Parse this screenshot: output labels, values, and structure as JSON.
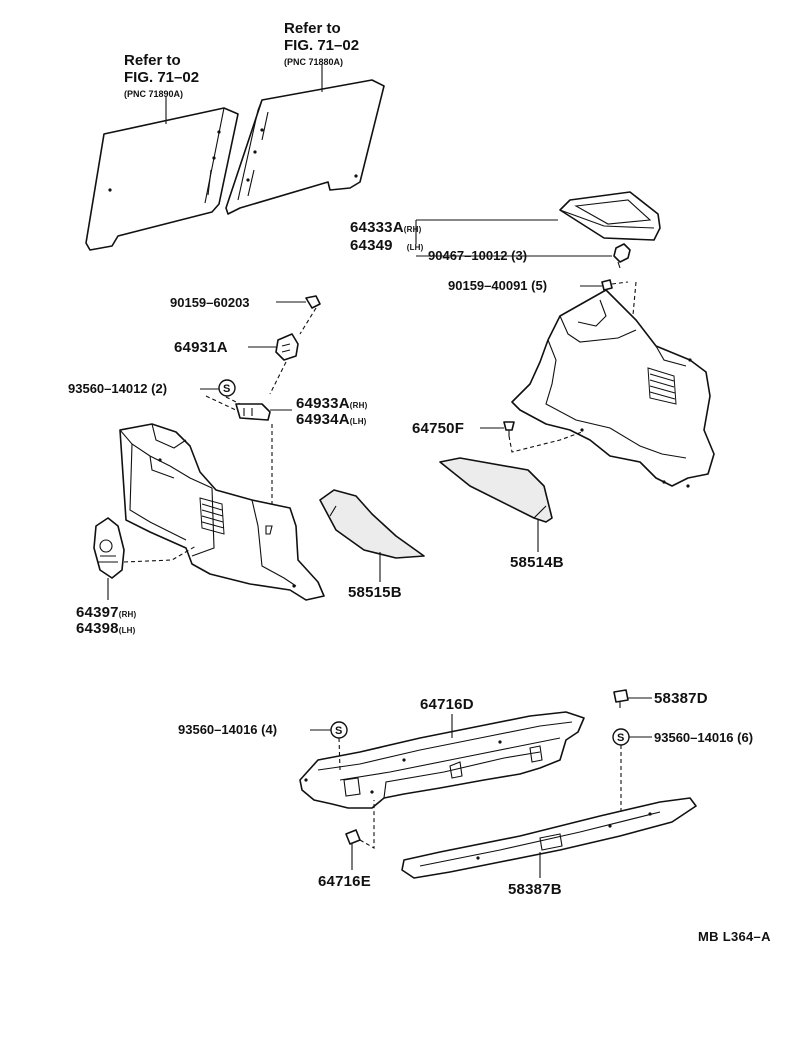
{
  "refs": [
    {
      "line1": "Refer to",
      "line2": "FIG. 71–02",
      "pnc": "(PNC 71890A)"
    },
    {
      "line1": "Refer to",
      "line2": "FIG. 71–02",
      "pnc": "(PNC 71880A)"
    }
  ],
  "parts": {
    "p64333A": "64333A",
    "p64333A_sub": "(RH)",
    "p64349": "64349",
    "p64349_sub": "(LH)",
    "p90467": "90467–10012 (3)",
    "p90159_40091": "90159–40091 (5)",
    "p90159_60203": "90159–60203",
    "p64931A": "64931A",
    "p93560_14012": "93560–14012 (2)",
    "p64933A": "64933A",
    "p64933A_sub": "(RH)",
    "p64934A": "64934A",
    "p64934A_sub": "(LH)",
    "p64750F": "64750F",
    "p58514B": "58514B",
    "p58515B": "58515B",
    "p64397": "64397",
    "p64397_sub": "(RH)",
    "p64398": "64398",
    "p64398_sub": "(LH)",
    "p64716D": "64716D",
    "p58387D": "58387D",
    "p93560_14016_4": "93560–14016 (4)",
    "p93560_14016_6": "93560–14016 (6)",
    "p64716E": "64716E",
    "p58387B": "58387B"
  },
  "symbol": "S",
  "code": "MB L364–A"
}
